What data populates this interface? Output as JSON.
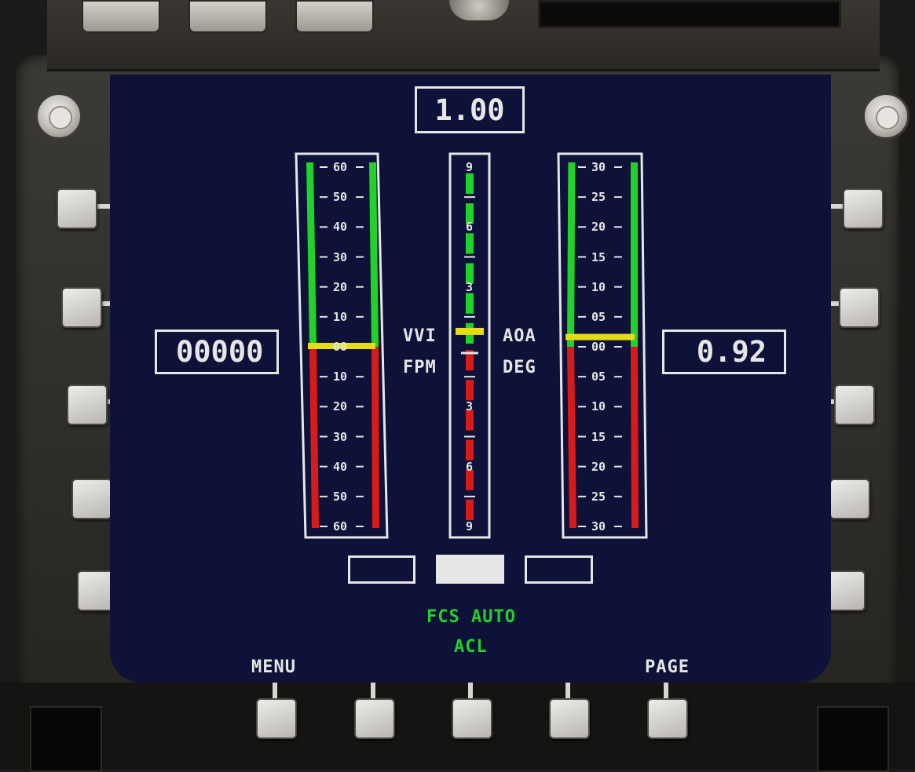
{
  "title": "1.00",
  "left_readout": "00000",
  "right_readout": "0.92",
  "labels": {
    "vvi": "VVI",
    "fpm": "FPM",
    "aoa": "AOA",
    "deg": "DEG",
    "menu": "MENU",
    "page": "PAGE",
    "fcs_auto": "FCS AUTO",
    "acl": "ACL"
  },
  "gauges": {
    "vvi": {
      "ticks": [
        "60",
        "50",
        "40",
        "30",
        "20",
        "10",
        "00",
        "10",
        "20",
        "30",
        "40",
        "50",
        "60"
      ],
      "pointer": 0
    },
    "g": {
      "ticks": [
        "9",
        "6",
        "3",
        "3",
        "6",
        "9"
      ],
      "pointer": 0.5
    },
    "aoa": {
      "ticks": [
        "30",
        "25",
        "20",
        "15",
        "10",
        "05",
        "00",
        "05",
        "10",
        "15",
        "20",
        "25",
        "30"
      ],
      "pointer": 0.3
    }
  },
  "selector_boxes": [
    {
      "state": "off"
    },
    {
      "state": "on"
    },
    {
      "state": "off"
    }
  ],
  "colors": {
    "screen": "#0e1238",
    "positive": "#22d12a",
    "negative": "#d81a1a",
    "pointer": "#e4dc16",
    "symbology": "#e6e6e6"
  }
}
